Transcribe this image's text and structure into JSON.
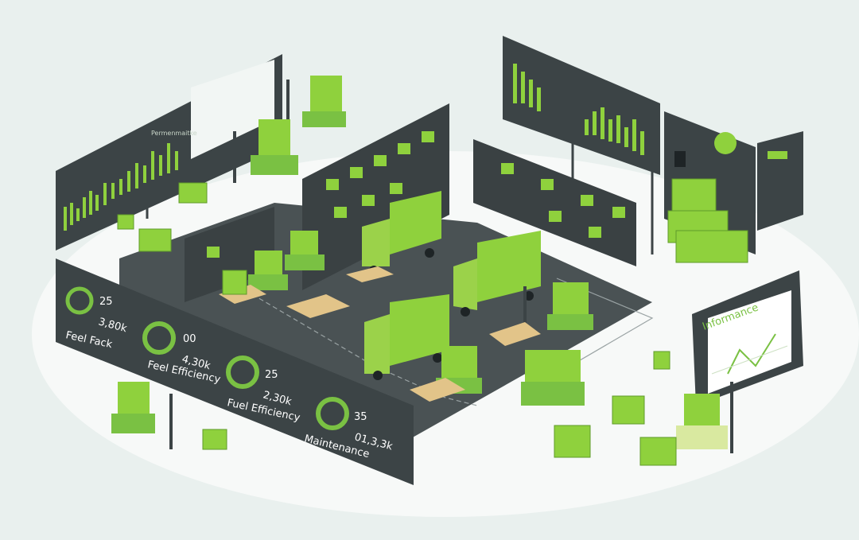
{
  "colors": {
    "background": "#e9f0ee",
    "accent_green": "#7ac143",
    "light_green": "#9bd24a",
    "dark_panel": "#3c4446",
    "floor": "#4a5254",
    "wood": "#e2c489"
  },
  "kpi_panels": [
    {
      "number": "25",
      "value": "3,80k",
      "label": "Feel Fack"
    },
    {
      "number": "00",
      "value": "4,30k",
      "label": "Feel Efficiency"
    },
    {
      "number": "25",
      "value": "2,30k",
      "label": "Fuel Efficiency"
    },
    {
      "number": "35",
      "value": "01,3,3k",
      "label": "Maintenance"
    }
  ],
  "side_board": {
    "title": "Informance"
  },
  "top_left_board": {
    "title": "Permenmaitke"
  },
  "icons": [
    "forklift-icon",
    "delivery-truck-icon",
    "pallet-icon",
    "box-icon",
    "shelf-icon",
    "gauge-icon",
    "bar-chart-icon"
  ]
}
